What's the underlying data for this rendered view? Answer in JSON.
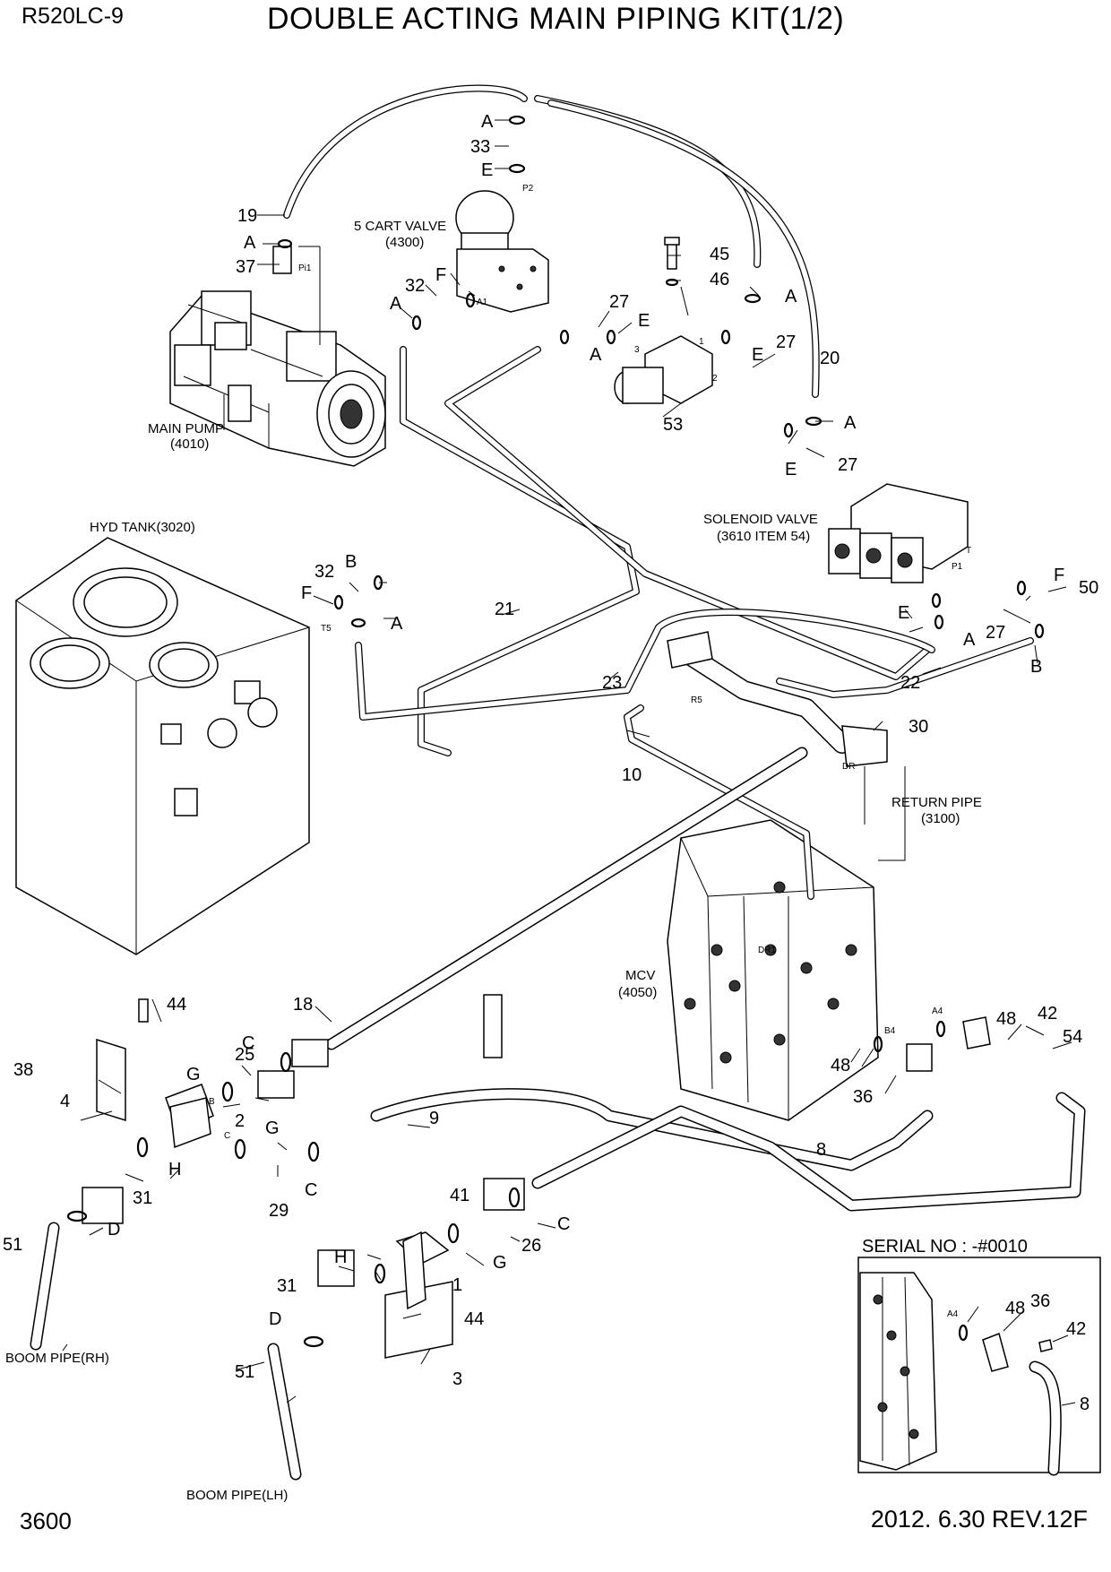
{
  "header": {
    "model": "R520LC-9",
    "title": "DOUBLE ACTING MAIN PIPING KIT(1/2)"
  },
  "footer": {
    "page_number": "3600",
    "date_revision": "2012. 6.30  REV.12F"
  },
  "components": {
    "main_pump": {
      "name": "MAIN PUMP",
      "code": "(4010)"
    },
    "cart_valve": {
      "name": "5 CART VALVE",
      "code": "(4300)"
    },
    "hyd_tank": {
      "name": "HYD TANK(3020)"
    },
    "solenoid_valve": {
      "name": "SOLENOID VALVE",
      "code": "(3610 ITEM 54)"
    },
    "return_pipe": {
      "name": "RETURN PIPE",
      "code": "(3100)"
    },
    "mcv": {
      "name": "MCV",
      "code": "(4050)"
    },
    "boom_pipe_rh": "BOOM PIPE(RH)",
    "boom_pipe_lh": "BOOM PIPE(LH)"
  },
  "ports": {
    "p2": "P2",
    "pi1": "Pi1",
    "a1": "A1",
    "t5": "T5",
    "r5": "R5",
    "dr": "DR",
    "dr1": "DR1",
    "a4": "A4",
    "b4": "B4",
    "t": "T",
    "p1": "P1",
    "port_1": "1",
    "port_2": "2",
    "port_3": "3",
    "port_b": "B",
    "port_c": "C"
  },
  "inset": {
    "title": "SERIAL NO : -#0010",
    "callouts": [
      "48",
      "36",
      "42",
      "8",
      "A4"
    ]
  },
  "part_numbers": {
    "p1": "1",
    "p2": "2",
    "p3": "3",
    "p4": "4",
    "p8": "8",
    "p9": "9",
    "p10": "10",
    "p18": "18",
    "p19": "19",
    "p20": "20",
    "p21": "21",
    "p22": "22",
    "p23": "23",
    "p25": "25",
    "p26": "26",
    "p27": "27",
    "p29": "29",
    "p30": "30",
    "p31": "31",
    "p32": "32",
    "p33": "33",
    "p36": "36",
    "p37": "37",
    "p38": "38",
    "p41": "41",
    "p42": "42",
    "p44": "44",
    "p45": "45",
    "p46": "46",
    "p48": "48",
    "p50": "50",
    "p51": "51",
    "p53": "53",
    "p54": "54"
  },
  "seal_letters": {
    "a": "A",
    "b": "B",
    "c": "C",
    "d": "D",
    "e": "E",
    "f": "F",
    "g": "G",
    "h": "H"
  }
}
